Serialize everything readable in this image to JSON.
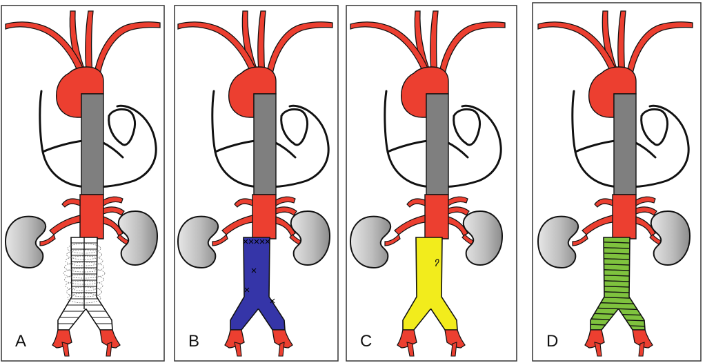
{
  "figure": {
    "panels": [
      {
        "label": "A",
        "graft": "stent",
        "graft_color": "#ffffff"
      },
      {
        "label": "B",
        "graft": "sutured",
        "graft_color": "#3535a8"
      },
      {
        "label": "C",
        "graft": "plain",
        "graft_color": "#f2ec1c"
      },
      {
        "label": "D",
        "graft": "banded",
        "graft_color": "#7fc23e"
      }
    ],
    "colors": {
      "artery": "#ec3f30",
      "thoracic_segment": "#7f7f7f",
      "kidney": "#b3b3b3",
      "outline": "#111111"
    }
  }
}
